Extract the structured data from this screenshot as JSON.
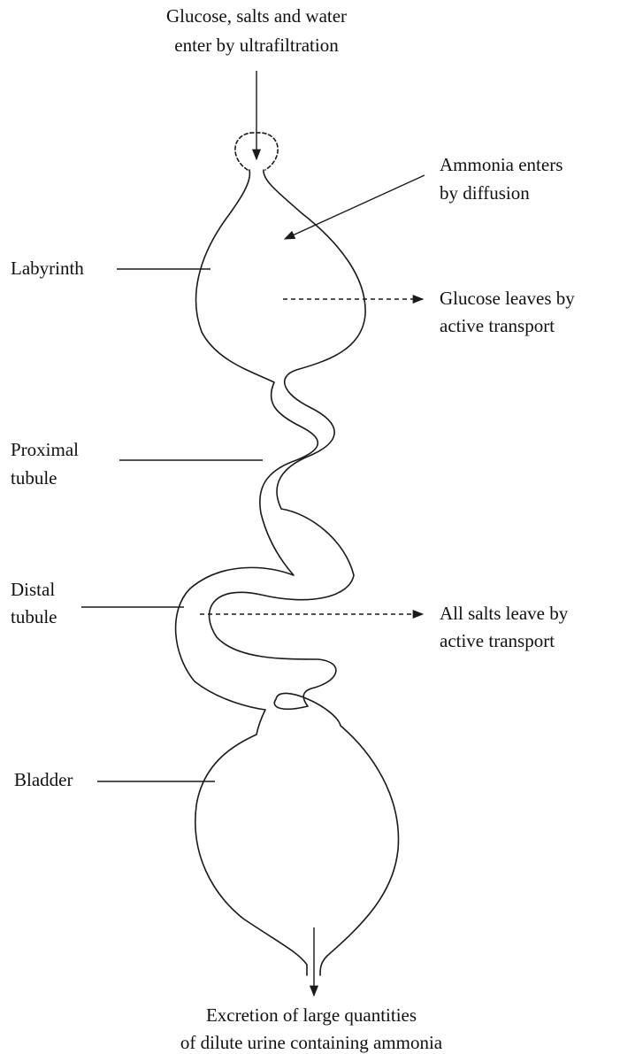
{
  "top_label": {
    "line1": "Glucose, salts and water",
    "line2": "enter by ultrafiltration"
  },
  "ammonia_label": {
    "line1": "Ammonia enters",
    "line2": "by diffusion"
  },
  "glucose_label": {
    "line1": "Glucose leaves by",
    "line2": "active transport"
  },
  "salts_label": {
    "line1": "All salts leave by",
    "line2": "active transport"
  },
  "parts": {
    "labyrinth": "Labyrinth",
    "proximal_line1": "Proximal",
    "proximal_line2": "tubule",
    "distal_line1": "Distal",
    "distal_line2": "tubule",
    "bladder": "Bladder"
  },
  "bottom_label": {
    "line1": "Excretion of large quantities",
    "line2": "of dilute urine containing ammonia"
  }
}
